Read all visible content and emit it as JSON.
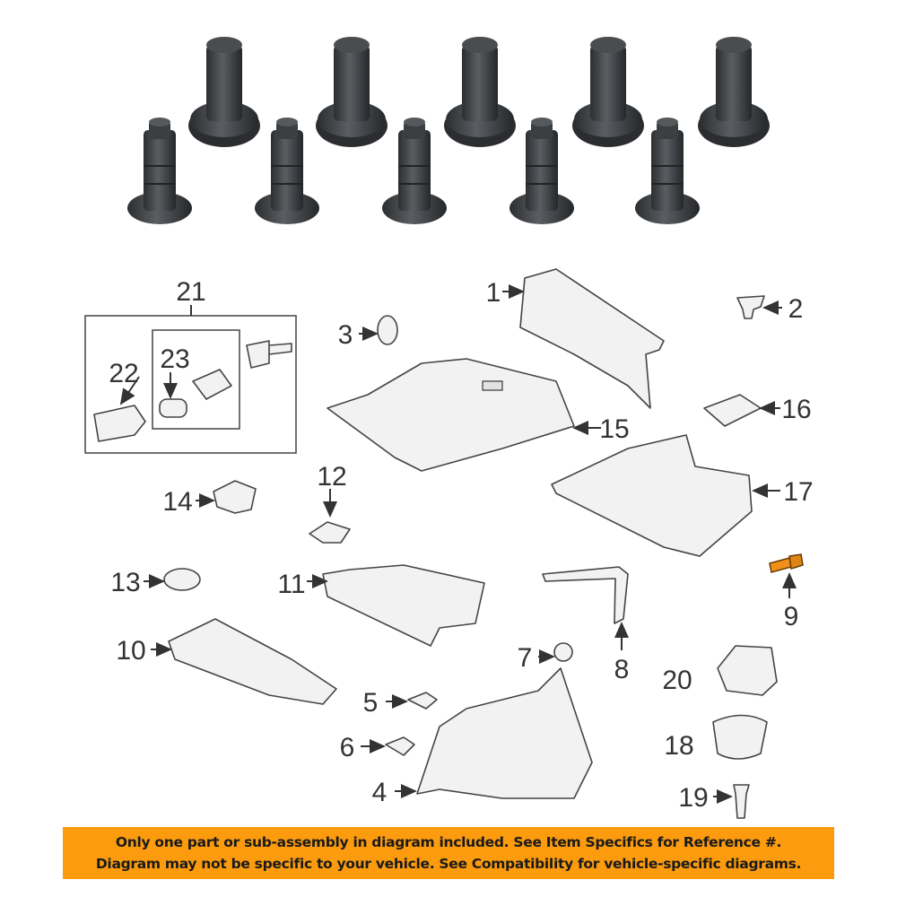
{
  "callouts": {
    "c1": "1",
    "c2": "2",
    "c3": "3",
    "c4": "4",
    "c5": "5",
    "c6": "6",
    "c7": "7",
    "c8": "8",
    "c9": "9",
    "c10": "10",
    "c11": "11",
    "c12": "12",
    "c13": "13",
    "c14": "14",
    "c15": "15",
    "c16": "16",
    "c17": "17",
    "c18": "18",
    "c19": "19",
    "c20": "20",
    "c21": "21",
    "c22": "22",
    "c23": "23"
  },
  "highlighted_part": "9",
  "colors": {
    "highlight": "#f0901a",
    "banner": "#fb9b0d",
    "product": "#3c3f42"
  },
  "banner": {
    "line1": "Only one part or sub-assembly in diagram included. See Item Specifics for Reference #.",
    "line2": "Diagram may not be specific to your vehicle. See Compatibility for vehicle-specific diagrams."
  }
}
